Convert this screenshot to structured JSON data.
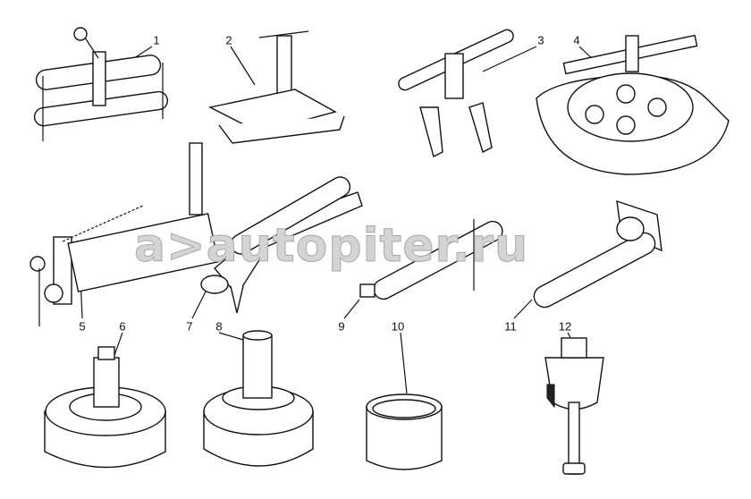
{
  "watermark": "a>autopiter.ru",
  "labels": [
    "1",
    "2",
    "3",
    "4",
    "5",
    "6",
    "7",
    "8",
    "9",
    "10",
    "11",
    "12"
  ]
}
